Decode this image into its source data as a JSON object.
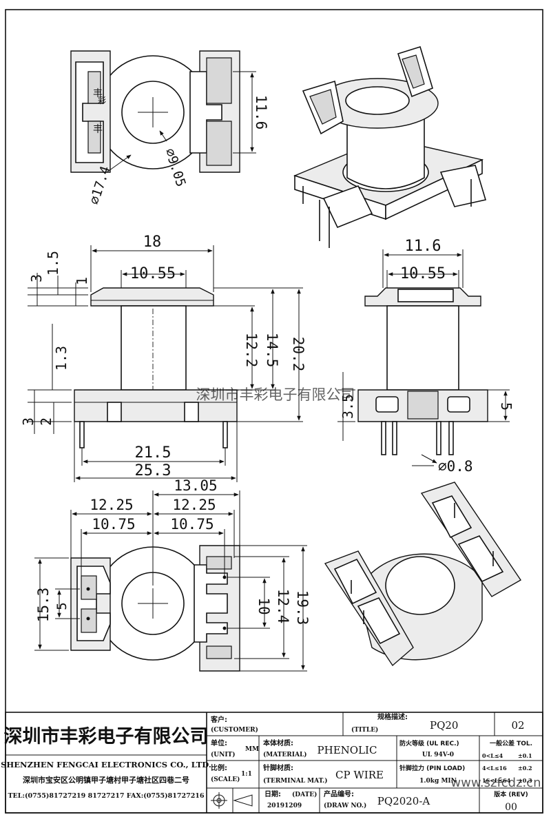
{
  "drawing": {
    "top_view": {
      "dims": [
        "11.6",
        "⌀17.4",
        "⌀9.05"
      ]
    },
    "front_view": {
      "dims": [
        "18",
        "10.55",
        "1.5",
        "3",
        "1",
        "1.3",
        "12.2",
        "14.5",
        "20.2",
        "3",
        "2",
        "21.5",
        "25.3"
      ]
    },
    "side_view": {
      "dims": [
        "11.6",
        "10.55",
        "3.5",
        "5",
        "⌀0.8"
      ]
    },
    "bottom_view": {
      "dims": [
        "13.05",
        "12.25",
        "12.25",
        "10.75",
        "10.75",
        "15.3",
        "5",
        "10",
        "12.4",
        "19.3"
      ]
    },
    "pin_labels": [
      "丰",
      "彩",
      "丰"
    ],
    "watermark": "深圳市丰彩电子有限公司",
    "watermark_url": "www.szfcdz.cn"
  },
  "title_block": {
    "company_cn": "深圳市丰彩电子有限公司",
    "company_en": "SHENZHEN FENGCAI ELECTRONICS CO., LTD.",
    "address": "深圳市宝安区公明镇甲子塘村甲子塘社区四巷二号",
    "contact": "TEL:(0755)81727219  81727217   FAX:(0755)81727216",
    "customer_label_cn": "客户:",
    "customer_label_en": "(CUSTOMER)",
    "customer_value": "",
    "spec_label_cn": "规格描述:",
    "spec_label_en": "(TITLE)",
    "spec_value": "PQ20",
    "sheet_no": "02",
    "unit_label_cn": "单位:",
    "unit_label_en": "(UNIT)",
    "unit_value": "MM",
    "material_label_cn": "本体材质:",
    "material_label_en": "(MATERIAL)",
    "material_value": "PHENOLIC",
    "fire_label_cn": "防火等级 (UL REC.)",
    "fire_value": "UL 94V-0",
    "tol_title": "一般公差 TOL.",
    "scale_label_cn": "比例:",
    "scale_label_en": "(SCALE)",
    "scale_value": "1:1",
    "terminal_label_cn": "针脚材质:",
    "terminal_label_en": "(TERMINAL MAT.)",
    "terminal_value": "CP WIRE",
    "pinload_label_cn": "针脚拉力 (PIN LOAD)",
    "pinload_value": "1.0kg MIN",
    "tol_rows": [
      {
        "range": "0<L≤4",
        "value": "±0.1"
      },
      {
        "range": "4<L≤16",
        "value": "±0.2"
      },
      {
        "range": "16<L≤64",
        "value": "±0.3"
      }
    ],
    "date_label_cn": "日期:",
    "date_label_en": "(DATE)",
    "date_value": "20191209",
    "drawno_label_cn": "产品编号:",
    "drawno_label_en": "(DRAW NO.)",
    "drawno_value": "PQ2020-A",
    "rev_label": "版本 (REV)",
    "rev_value": "00"
  }
}
